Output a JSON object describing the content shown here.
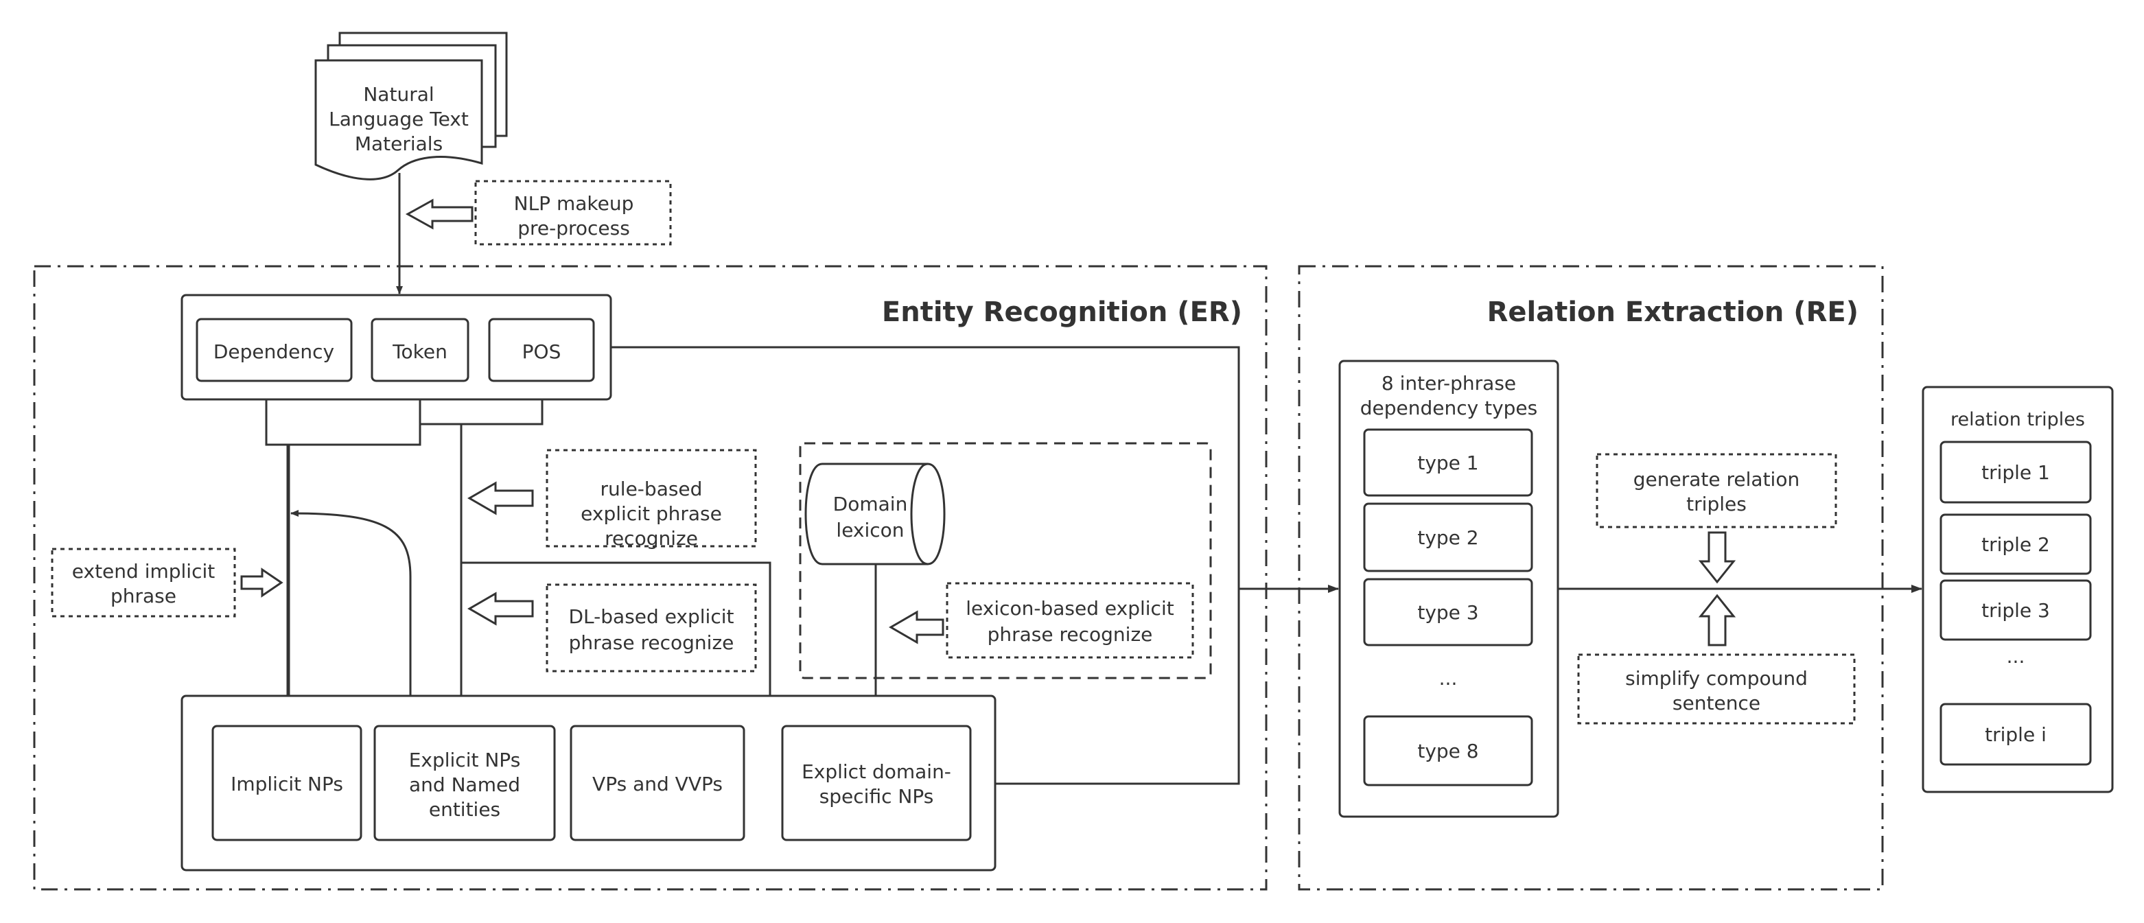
{
  "source_doc": {
    "line1": "Natural",
    "line2": "Language Text",
    "line3": "Materials"
  },
  "notes": {
    "nlp": [
      "NLP makeup",
      "pre-process"
    ],
    "rule": [
      "rule-based",
      "explicit phrase",
      "recognize"
    ],
    "extend": [
      "extend implicit",
      "phrase"
    ],
    "dl": [
      "DL-based explicit",
      "phrase recognize"
    ],
    "lexicon": [
      "lexicon-based explicit",
      "phrase recognize"
    ],
    "generate": [
      "generate relation",
      "triples"
    ],
    "simplify": [
      "simplify compound",
      "sentence"
    ]
  },
  "er": {
    "title": "Entity Recognition (ER)",
    "pre_items": [
      "Dependency",
      "Token",
      "POS"
    ],
    "outputs": {
      "implicit": [
        "Implicit NPs"
      ],
      "explicit": [
        "Explicit NPs",
        "and Named",
        "entities"
      ],
      "vps": [
        "VPs and VVPs"
      ],
      "domain": [
        "Explict domain-",
        "specific NPs"
      ]
    },
    "domain_lexicon": [
      "Domain",
      "lexicon"
    ]
  },
  "re": {
    "title": "Relation Extraction (RE)",
    "dep_header": [
      "8 inter-phrase",
      "dependency types"
    ],
    "types": [
      "type 1",
      "type 2",
      "type 3",
      "...",
      "type 8"
    ]
  },
  "triples": {
    "header": "relation triples",
    "items": [
      "triple 1",
      "triple 2",
      "triple 3",
      "...",
      "triple i"
    ]
  }
}
